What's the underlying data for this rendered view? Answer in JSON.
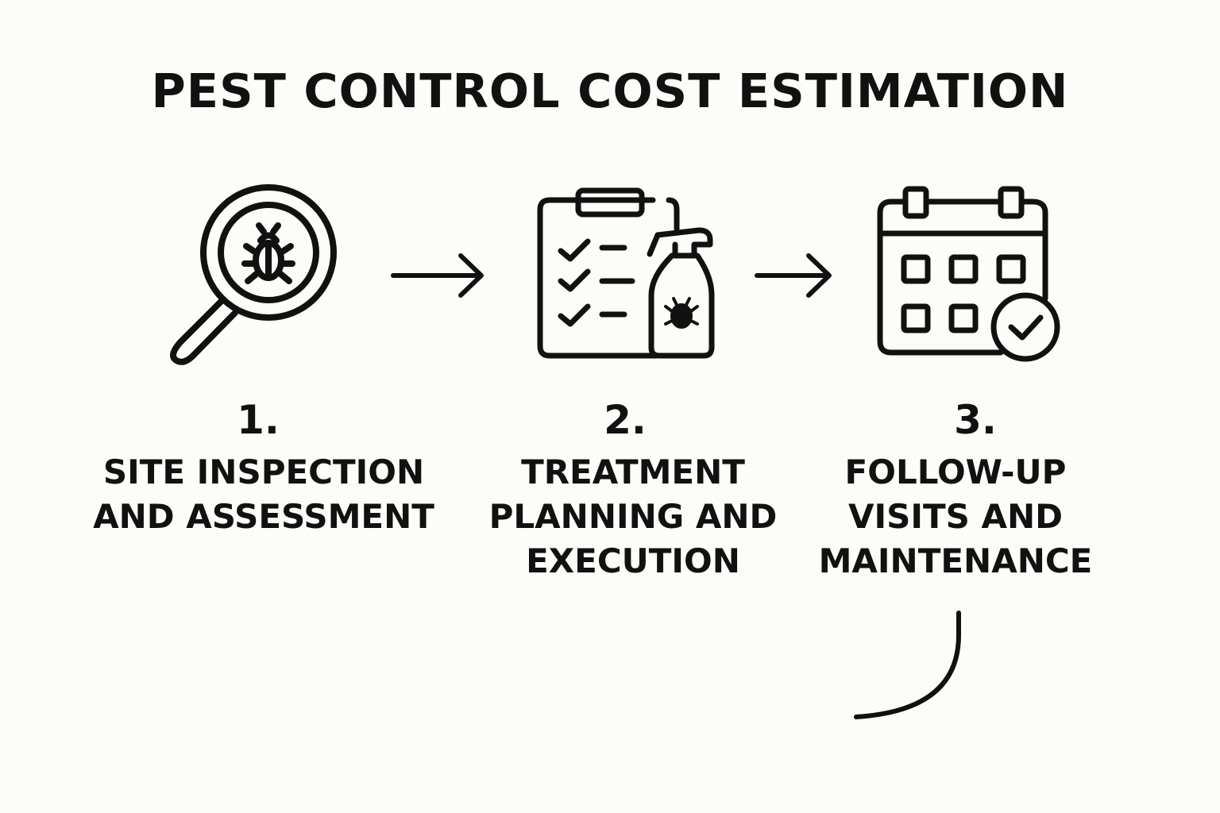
{
  "title": "PEST CONTROL COST ESTIMATION",
  "steps": [
    {
      "number": "1.",
      "label_lines": [
        "SITE INSPECTION",
        "AND ASSESSMENT"
      ],
      "icon": "magnifier-bug-icon"
    },
    {
      "number": "2.",
      "label_lines": [
        "TREATMENT",
        "PLANNING AND",
        "EXECUTION"
      ],
      "icon": "clipboard-spray-icon"
    },
    {
      "number": "3.",
      "label_lines": [
        "FOLLOW-UP",
        "VISITS AND",
        "MAINTENANCE"
      ],
      "icon": "calendar-check-icon"
    }
  ],
  "connectors": [
    "arrow-right-icon",
    "arrow-right-icon"
  ],
  "colors": {
    "background": "#fcfcf8",
    "ink": "#111111"
  }
}
